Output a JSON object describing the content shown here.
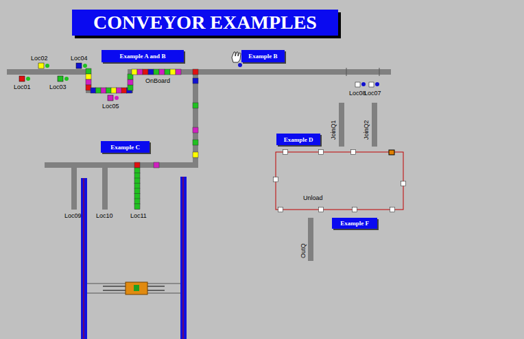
{
  "diagram": {
    "title": "CONVEYOR EXAMPLES",
    "nodes": [
      {
        "text": [
          "Example A and B"
        ]
      },
      {
        "text": [
          "Example B"
        ]
      },
      {
        "text": [
          "Example C"
        ]
      },
      {
        "text": [
          "Example D"
        ]
      },
      {
        "text": [
          "Example F"
        ]
      }
    ],
    "labels": [
      "Loc02",
      "Loc04",
      "Loc01",
      "Loc03",
      "OnBoard",
      "Loc05",
      "Loc08",
      "Loc07",
      "JoinQ1",
      "JoinQ2",
      "Loc09",
      "Loc10",
      "Loc11",
      "Unload",
      "OutQ"
    ]
  }
}
